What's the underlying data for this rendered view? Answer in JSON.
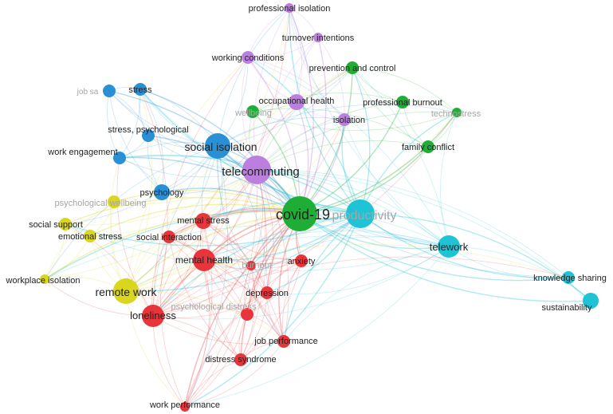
{
  "colors": {
    "red": "#e8353a",
    "green": "#1eae35",
    "blue": "#2a90d6",
    "yellow": "#d9d61d",
    "purple": "#bc7fe0",
    "cyan": "#1fc3d6",
    "faded_label": "#a6a6a6",
    "label": "#222222"
  },
  "network": {
    "nodes": [
      {
        "id": "covid-19",
        "label": "covid-19",
        "cluster": "green",
        "weight": 10
      },
      {
        "id": "productivity",
        "label": "productivity",
        "cluster": "cyan",
        "weight": 8,
        "faded": true
      },
      {
        "id": "telecommuting",
        "label": "telecommuting",
        "cluster": "purple",
        "weight": 8
      },
      {
        "id": "social-isolation",
        "label": "social isolation",
        "cluster": "blue",
        "weight": 7
      },
      {
        "id": "telework",
        "label": "telework",
        "cluster": "cyan",
        "weight": 6
      },
      {
        "id": "remote-work",
        "label": "remote work",
        "cluster": "yellow",
        "weight": 7
      },
      {
        "id": "loneliness",
        "label": "loneliness",
        "cluster": "red",
        "weight": 6
      },
      {
        "id": "mental-health",
        "label": "mental health",
        "cluster": "red",
        "weight": 6
      },
      {
        "id": "mental-stress",
        "label": "mental stress",
        "cluster": "red",
        "weight": 4
      },
      {
        "id": "anxiety",
        "label": "anxiety",
        "cluster": "red",
        "weight": 3
      },
      {
        "id": "depression",
        "label": "depression",
        "cluster": "red",
        "weight": 3
      },
      {
        "id": "psychological-distress",
        "label": "psychological distress",
        "cluster": "red",
        "weight": 3,
        "faded": true
      },
      {
        "id": "job-performance",
        "label": "job performance",
        "cluster": "red",
        "weight": 3
      },
      {
        "id": "distress-syndrome",
        "label": "distress syndrome",
        "cluster": "red",
        "weight": 3
      },
      {
        "id": "work-performance",
        "label": "work performance",
        "cluster": "red",
        "weight": 2
      },
      {
        "id": "social-interaction",
        "label": "social interaction",
        "cluster": "red",
        "weight": 3
      },
      {
        "id": "burnout",
        "label": "burnout",
        "cluster": "red",
        "weight": 2,
        "faded": true
      },
      {
        "id": "psychology",
        "label": "psychology",
        "cluster": "blue",
        "weight": 4
      },
      {
        "id": "stress",
        "label": "stress",
        "cluster": "blue",
        "weight": 3
      },
      {
        "id": "stress-psychological",
        "label": "stress, psychological",
        "cluster": "blue",
        "weight": 3
      },
      {
        "id": "work-engagement",
        "label": "work engagement",
        "cluster": "blue",
        "weight": 3
      },
      {
        "id": "job-satisfaction",
        "label": "job sa",
        "cluster": "blue",
        "weight": 3,
        "faded": true
      },
      {
        "id": "social-support",
        "label": "social support",
        "cluster": "yellow",
        "weight": 3
      },
      {
        "id": "emotional-stress",
        "label": "emotional stress",
        "cluster": "yellow",
        "weight": 3
      },
      {
        "id": "workplace-isolation",
        "label": "workplace isolation",
        "cluster": "yellow",
        "weight": 2
      },
      {
        "id": "psychological-wellbeing",
        "label": "psychological wellbeing",
        "cluster": "yellow",
        "weight": 3,
        "faded": true
      },
      {
        "id": "professional-isolation",
        "label": "professional isolation",
        "cluster": "purple",
        "weight": 2
      },
      {
        "id": "turnover-intentions",
        "label": "turnover intentions",
        "cluster": "purple",
        "weight": 2
      },
      {
        "id": "working-conditions",
        "label": "working conditions",
        "cluster": "purple",
        "weight": 3
      },
      {
        "id": "occupational-health",
        "label": "occupational health",
        "cluster": "purple",
        "weight": 4
      },
      {
        "id": "isolation",
        "label": "isolation",
        "cluster": "purple",
        "weight": 3
      },
      {
        "id": "wellbeing",
        "label": "wellbeing",
        "cluster": "green",
        "weight": 3,
        "faded": true
      },
      {
        "id": "prevention-and-control",
        "label": "prevention and control",
        "cluster": "green",
        "weight": 3
      },
      {
        "id": "professional-burnout",
        "label": "professional burnout",
        "cluster": "green",
        "weight": 3
      },
      {
        "id": "technostress",
        "label": "technostress",
        "cluster": "green",
        "weight": 2,
        "faded": true
      },
      {
        "id": "family-conflict",
        "label": "family conflict",
        "cluster": "green",
        "weight": 3
      },
      {
        "id": "knowledge-sharing",
        "label": "knowledge sharing",
        "cluster": "cyan",
        "weight": 3
      },
      {
        "id": "sustainability",
        "label": "sustainability",
        "cluster": "cyan",
        "weight": 4
      }
    ]
  }
}
